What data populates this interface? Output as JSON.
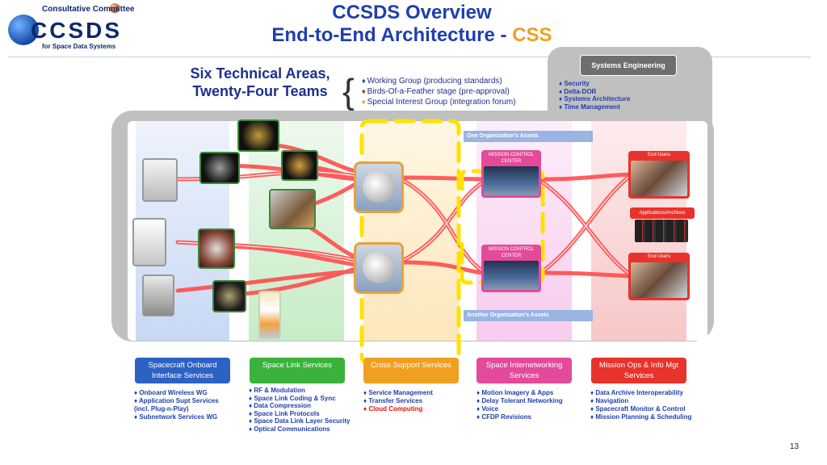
{
  "logo": {
    "org_top": "Consultative Committee",
    "name": "CCSDS",
    "org_bottom": "for Space Data Systems"
  },
  "title": {
    "line1": "CCSDS Overview",
    "line2_prefix": "End-to-End Architecture - ",
    "line2_highlight": "CSS"
  },
  "intro": {
    "line1": "Six Technical Areas,",
    "line2": "Twenty-Four Teams",
    "legend": [
      {
        "text": "Working Group (producing standards)",
        "color": "#1f3fae"
      },
      {
        "text": "Birds-Of-a-Feather stage (pre-approval)",
        "color": "#e01010"
      },
      {
        "text": "Special Interest Group (integration forum)",
        "color": "#f0a020"
      }
    ]
  },
  "systems_engineering": {
    "title": "Systems Engineering",
    "items": [
      "Security",
      "Delta-DOR",
      "Systems Architecture",
      "Time Management"
    ]
  },
  "diagram": {
    "one_org": "One Organization's Assets",
    "another_org": "Another Organization's Assets",
    "mcc_label": "MISSION CONTROL CENTER",
    "end_users": "End Users",
    "apps_archives": "Applications/Archives"
  },
  "services": [
    {
      "label": "Spacecraft Onboard Interface Services",
      "color": "#2d62c5",
      "items": [
        {
          "text": "Onboard Wireless WG"
        },
        {
          "text": "Application Supt Services (incl. Plug-n-Play)"
        },
        {
          "text": "Subnetwork Services WG"
        }
      ]
    },
    {
      "label": "Space Link Services",
      "color": "#3bb23b",
      "items": [
        {
          "text": "RF & Modulation"
        },
        {
          "text": "Space Link Coding & Sync"
        },
        {
          "text": "Data Compression"
        },
        {
          "text": "Space Link Protocols"
        },
        {
          "text": "Space Data Link Layer Security"
        },
        {
          "text": "Optical Communications"
        }
      ]
    },
    {
      "label": "Cross Support Services",
      "color": "#f0a020",
      "items": [
        {
          "text": "Service Management"
        },
        {
          "text": "Transfer Services"
        },
        {
          "text": "Cloud Computing",
          "red": true
        }
      ]
    },
    {
      "label": "Space Internetworking Services",
      "color": "#e34a9a",
      "items": [
        {
          "text": "Motion Imagery & Apps"
        },
        {
          "text": "Delay Tolerant Networking"
        },
        {
          "text": "Voice"
        },
        {
          "text": "CFDP Revisions"
        }
      ]
    },
    {
      "label": "Mission Ops & Info Mgt Services",
      "color": "#e8322c",
      "items": [
        {
          "text": "Data Archive Interoperability"
        },
        {
          "text": "Navigation"
        },
        {
          "text": "Spacecraft Monitor & Control"
        },
        {
          "text": "Mission Planning & Scheduling"
        }
      ]
    }
  ],
  "page_number": "13"
}
